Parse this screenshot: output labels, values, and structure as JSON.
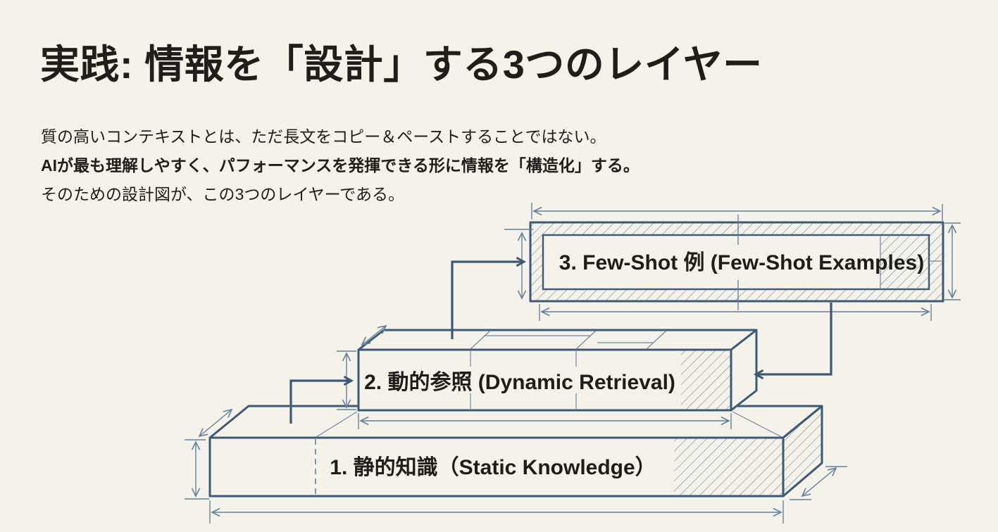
{
  "slide": {
    "title": "実践: 情報を「設計」する3つのレイヤー",
    "intro_lines": [
      "質の高いコンテキストとは、ただ長文をコピー＆ペーストすることではない。",
      "AIが最も理解しやすく、パフォーマンスを発揮できる形に情報を「構造化」する。",
      "そのための設計図が、この3つのレイヤーである。"
    ]
  },
  "diagram": {
    "style": "blueprint-technical-drawing",
    "layers": [
      {
        "order": "1",
        "label": "1. 静的知識（Static Knowledge）"
      },
      {
        "order": "2",
        "label": "2. 動的参照 (Dynamic Retrieval)"
      },
      {
        "order": "3",
        "label": "3. Few-Shot 例 (Few-Shot Examples)"
      }
    ],
    "colors": {
      "background": "#f5f2e9",
      "outline": "#3c5a77",
      "dimension_line": "#64809c",
      "hatch_line": "#7088a3",
      "label_text": "#1f1d1a"
    }
  }
}
